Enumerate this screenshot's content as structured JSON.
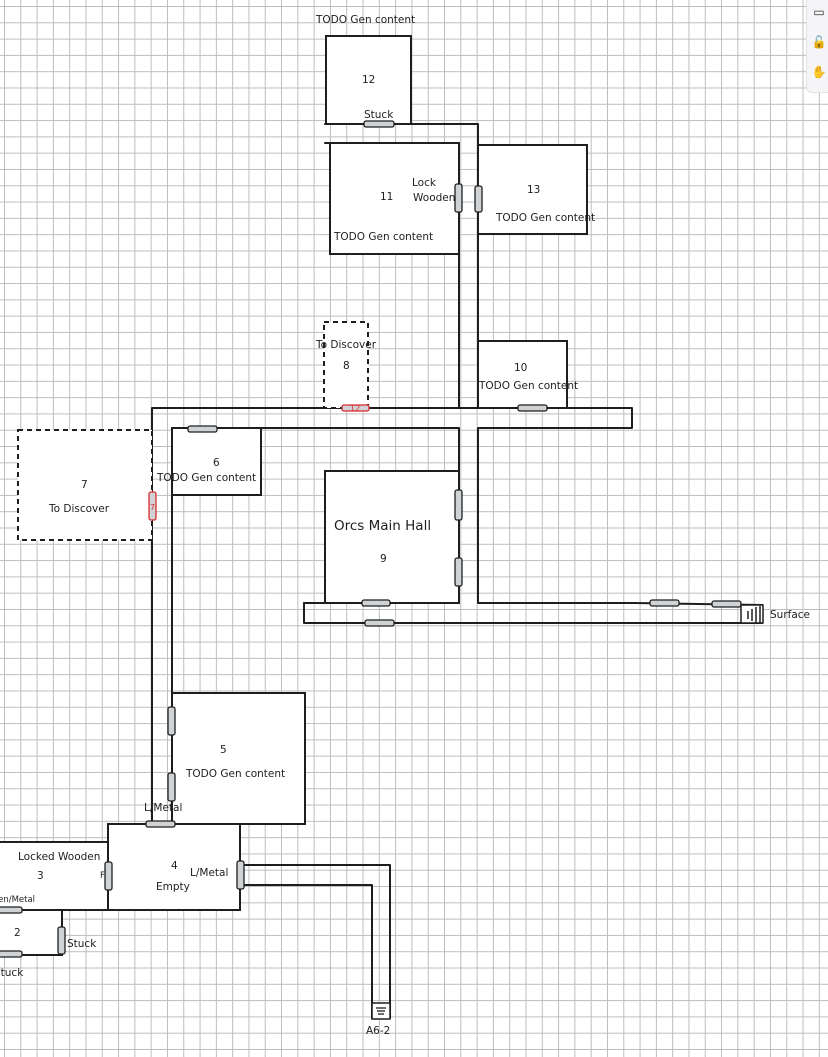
{
  "labels": {
    "todo_top": "TODO Gen content",
    "room12_num": "12",
    "stuck_12": "Stuck",
    "room11_num": "11",
    "lock": "Lock",
    "wooden": "Wooden",
    "room11_todo": "TODO Gen content",
    "room13_num": "13",
    "room13_todo": "TODO Gen content",
    "room8_title": "To Discover",
    "room8_num": "8",
    "room8_door": "12",
    "room10_num": "10",
    "room10_todo": "TODO Gen content",
    "room7_num": "7",
    "room7_title": "To Discover",
    "room7_door": "7",
    "room6_num": "6",
    "room6_todo": "TODO Gen content",
    "room9_title": "Orcs Main Hall",
    "room9_num": "9",
    "surface": "Surface",
    "room5_num": "5",
    "room5_todo": "TODO Gen content",
    "lmetal_top": "L/Metal",
    "locked_wooden": "Locked Wooden",
    "room3_num": "3",
    "room4_num": "4",
    "room4_empty": "Empty",
    "lmetal_right": "L/Metal",
    "room3_door": "F",
    "open_metal": "Open/Metal",
    "room2_num": "2",
    "stuck_2": "Stuck",
    "stuck_bottom": "Stuck",
    "exit_label": "A6-2"
  },
  "toolbar": [
    {
      "icon": "book-icon",
      "glyph": "▭"
    },
    {
      "icon": "unlock-icon",
      "glyph": "🔓"
    },
    {
      "icon": "hand-icon",
      "glyph": "✋"
    }
  ],
  "colors": {
    "ink": "#1e1e1e",
    "door_fill": "#cfd3d6",
    "accent_red": "#d92b2b",
    "grid": "#bdbdbd"
  }
}
